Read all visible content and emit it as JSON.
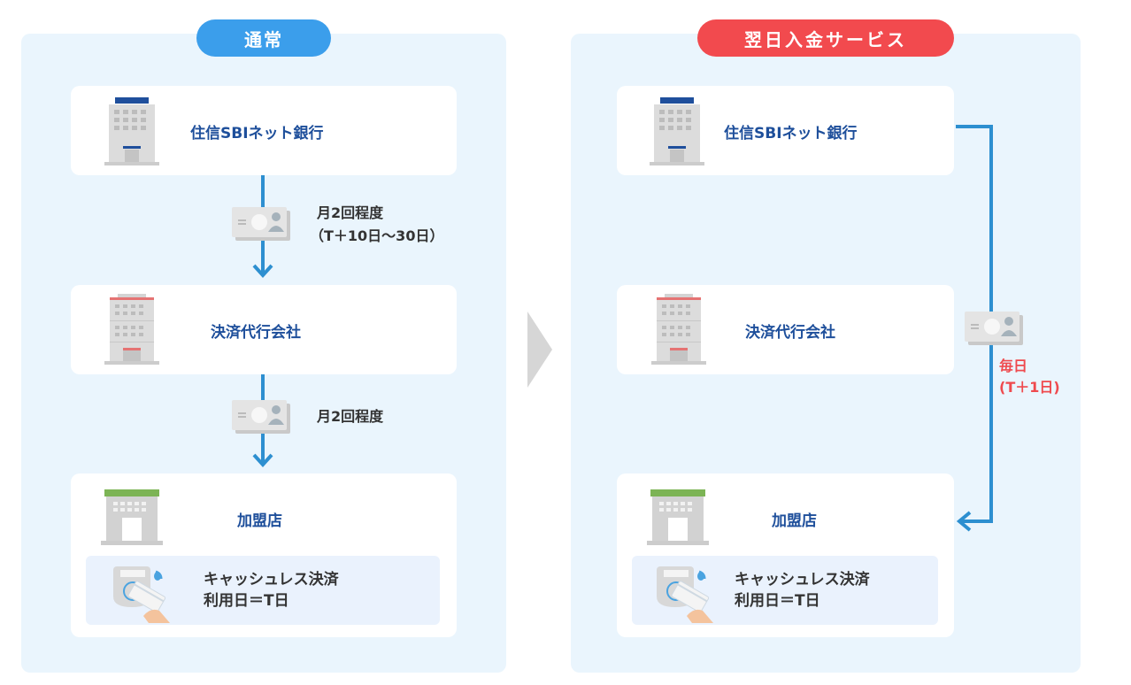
{
  "left_panel": {
    "title": "通常",
    "title_color": "#3b9eeb",
    "nodes": {
      "bank": {
        "label": "住信SBIネット銀行",
        "icon": "bank-building-icon"
      },
      "agent": {
        "label": "決済代行会社",
        "icon": "office-building-icon"
      },
      "store": {
        "label": "加盟店",
        "icon": "store-icon"
      }
    },
    "flows": [
      {
        "from": "bank",
        "to": "agent",
        "line1": "月2回程度",
        "line2": "（T＋10日〜30日）",
        "icon": "money-icon"
      },
      {
        "from": "agent",
        "to": "store",
        "line1": "月2回程度",
        "icon": "money-icon"
      }
    ],
    "payment": {
      "line1": "キャッシュレス決済",
      "line2": "利用日＝T日",
      "icon": "card-payment-icon"
    }
  },
  "right_panel": {
    "title": "翌日入金サービス",
    "title_color": "#f24a4e",
    "nodes": {
      "bank": {
        "label": "住信SBIネット銀行",
        "icon": "bank-building-icon"
      },
      "agent": {
        "label": "決済代行会社",
        "icon": "office-building-icon"
      },
      "store": {
        "label": "加盟店",
        "icon": "store-icon"
      }
    },
    "flows": [
      {
        "from": "bank",
        "to": "store",
        "line1": "毎日",
        "line2": "(T＋1日)",
        "icon": "money-icon",
        "color": "#ef4a4e"
      }
    ],
    "payment": {
      "line1": "キャッシュレス決済",
      "line2": "利用日＝T日",
      "icon": "card-payment-icon"
    }
  },
  "separator": {
    "icon": "arrow-right-icon"
  },
  "colors": {
    "panel_bg": "#eaf5fd",
    "label_blue": "#1e4f9b",
    "connector": "#2d8fd0",
    "accent_red": "#ef4a4e"
  }
}
